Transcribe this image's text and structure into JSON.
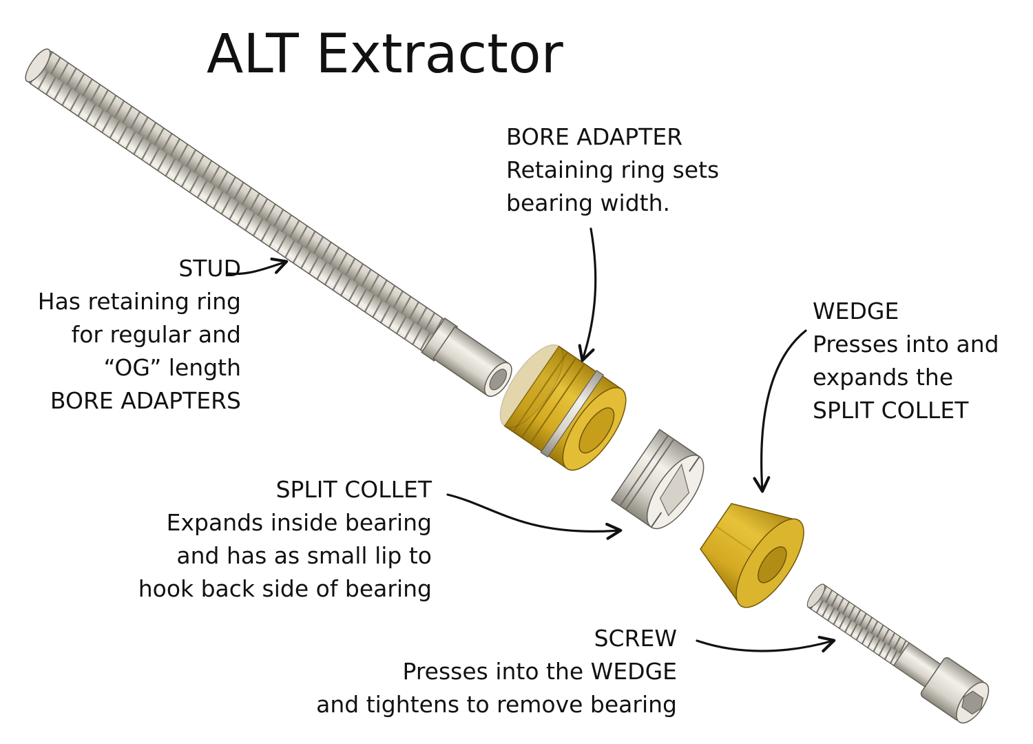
{
  "title": "ALT Extractor",
  "labels": {
    "stud": {
      "name": "STUD",
      "lines": [
        "Has retaining ring",
        "for regular and",
        "“OG” length",
        "BORE ADAPTERS"
      ]
    },
    "bore_adapter": {
      "name": "BORE ADAPTER",
      "lines": [
        "Retaining ring sets",
        "bearing width."
      ]
    },
    "wedge": {
      "name": "WEDGE",
      "lines": [
        "Presses into and",
        "expands the",
        "SPLIT COLLET"
      ]
    },
    "split_collet": {
      "name": "SPLIT COLLET",
      "lines": [
        "Expands inside bearing",
        "and has as small lip to",
        "hook back side of bearing"
      ]
    },
    "screw": {
      "name": "SCREW",
      "lines": [
        "Presses into the WEDGE",
        "and tightens to remove bearing"
      ]
    }
  },
  "colors": {
    "brass": "#d9b12a",
    "brass_dark": "#a88410",
    "steel": "#e8e4dc",
    "steel_dark": "#8a877f",
    "ink": "#111111"
  }
}
